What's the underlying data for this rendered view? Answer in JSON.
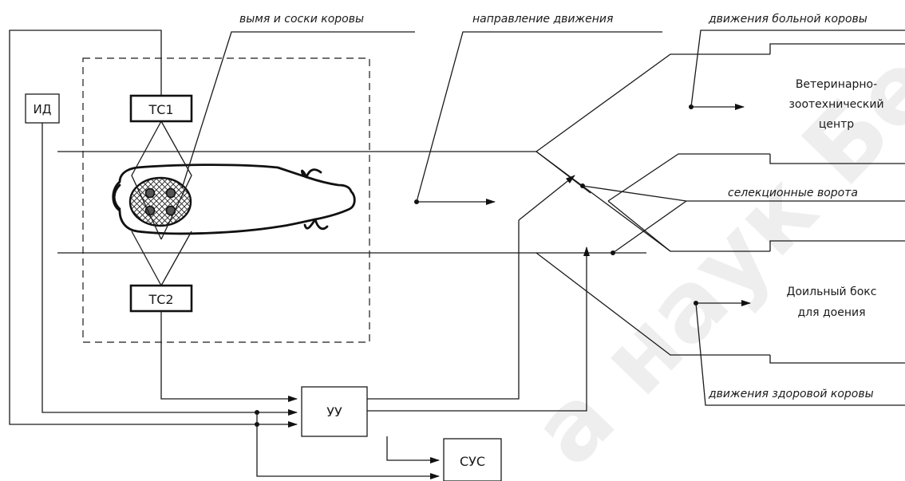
{
  "labels": {
    "udder": "вымя и соски коровы",
    "movement_direction": "направление движения",
    "sick_cow_movement": "движения больной коровы",
    "selection_gates": "селекционные ворота",
    "healthy_cow_movement": "движения здоровой коровы"
  },
  "blocks": {
    "id": "ИД",
    "ts1": "ТС1",
    "ts2": "ТС2",
    "uu": "УУ",
    "sus": "СУС"
  },
  "zones": {
    "vet_line1": "Ветеринарно-",
    "vet_line2": "зоотехнический",
    "vet_line3": "центр",
    "milk_line1": "Доильный бокс",
    "milk_line2": "для доения"
  },
  "watermark": "а наук Беларусь",
  "colors": {
    "line": "#1a1a1a",
    "background": "#ffffff"
  }
}
